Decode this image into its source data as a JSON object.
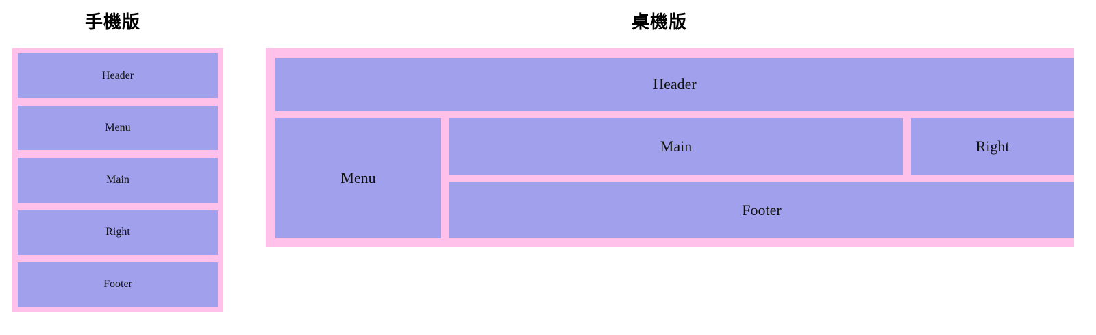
{
  "colors": {
    "cell_background": "#a0a0ec",
    "container_background": "#ffc0ea",
    "page_background": "#ffffff",
    "text": "#111111",
    "heading": "#000000"
  },
  "headings": {
    "mobile": "手機版",
    "desktop": "桌機版"
  },
  "mobile_layout": {
    "blocks": [
      {
        "label": "Header"
      },
      {
        "label": "Menu"
      },
      {
        "label": "Main"
      },
      {
        "label": "Right"
      },
      {
        "label": "Footer"
      }
    ]
  },
  "desktop_layout": {
    "blocks": [
      {
        "label": "Header",
        "area": "header"
      },
      {
        "label": "Menu",
        "area": "menu"
      },
      {
        "label": "Main",
        "area": "main"
      },
      {
        "label": "Right",
        "area": "right"
      },
      {
        "label": "Footer",
        "area": "footer"
      }
    ]
  }
}
